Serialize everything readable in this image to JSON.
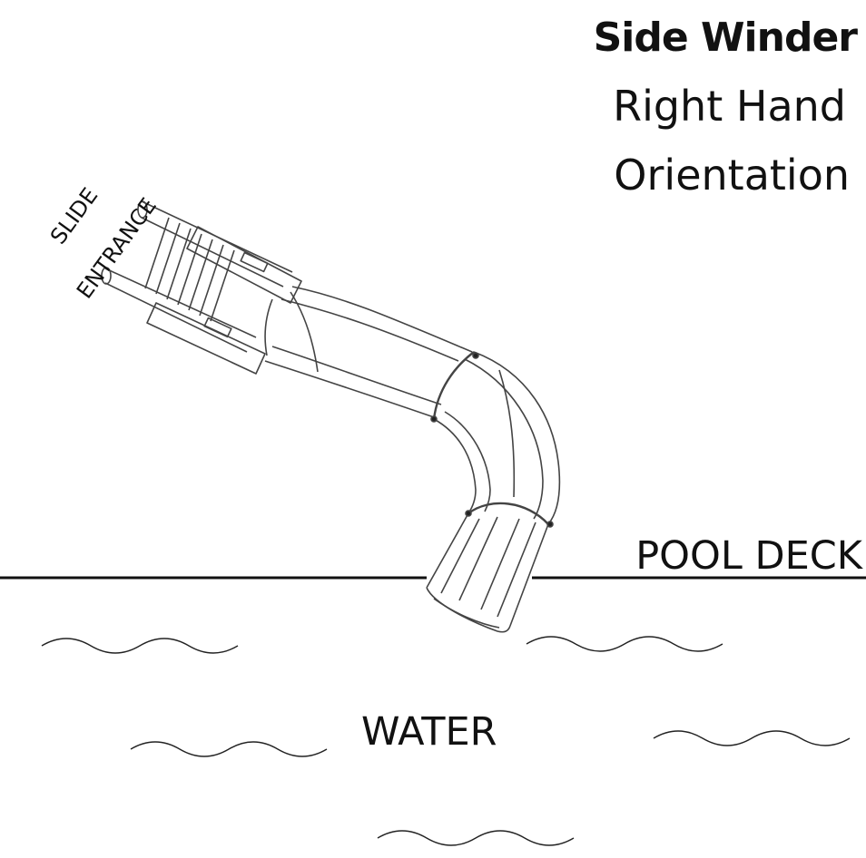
{
  "title": "Side Winder",
  "subtitle_line1": "Right Hand",
  "subtitle_line2": "Orientation",
  "entrance_line1": "SLIDE",
  "entrance_line2": "ENTRANCE",
  "deck_label": "POOL DECK",
  "water_label": "WATER",
  "icons": [
    "water-wave-icon",
    "slide-drawing"
  ]
}
